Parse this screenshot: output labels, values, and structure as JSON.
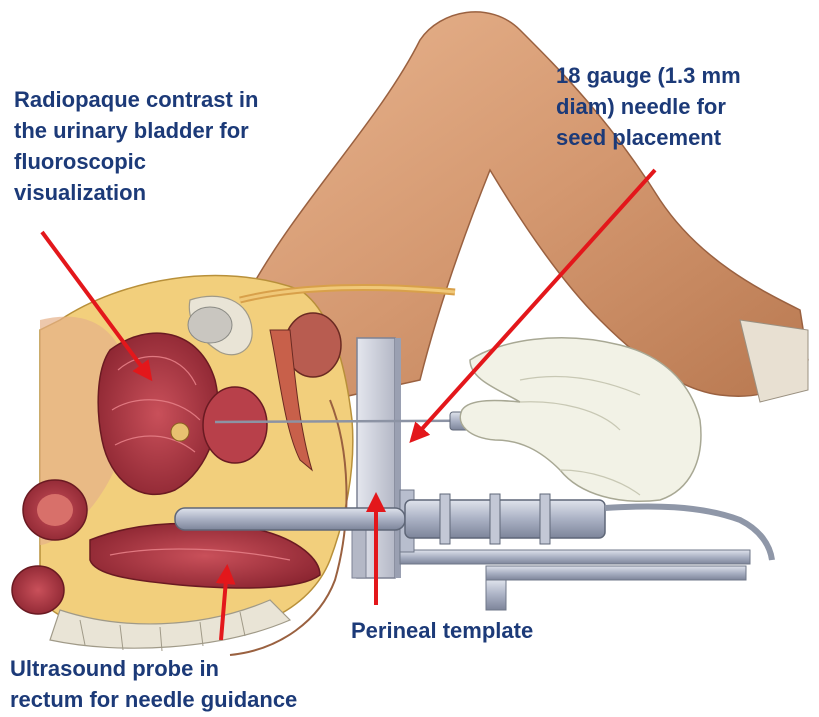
{
  "labels": {
    "bladder": "Radiopaque contrast in\nthe urinary bladder for\nfluoroscopic\nvisualization",
    "needle": "18 gauge (1.3 mm\ndiam) needle for\nseed placement",
    "template": "Perineal template",
    "probe": "Ultrasound probe in\nrectum for needle guidance"
  },
  "colors": {
    "label_text": "#1c3a78",
    "arrow": "#e3171b",
    "skin": "#d9a07a",
    "glove": "#f2f2e6",
    "template_steel": "#c9ccd6",
    "probe_steel": "#a9b0c4",
    "tissue": "#a8323a",
    "fat": "#f2cf7c"
  }
}
